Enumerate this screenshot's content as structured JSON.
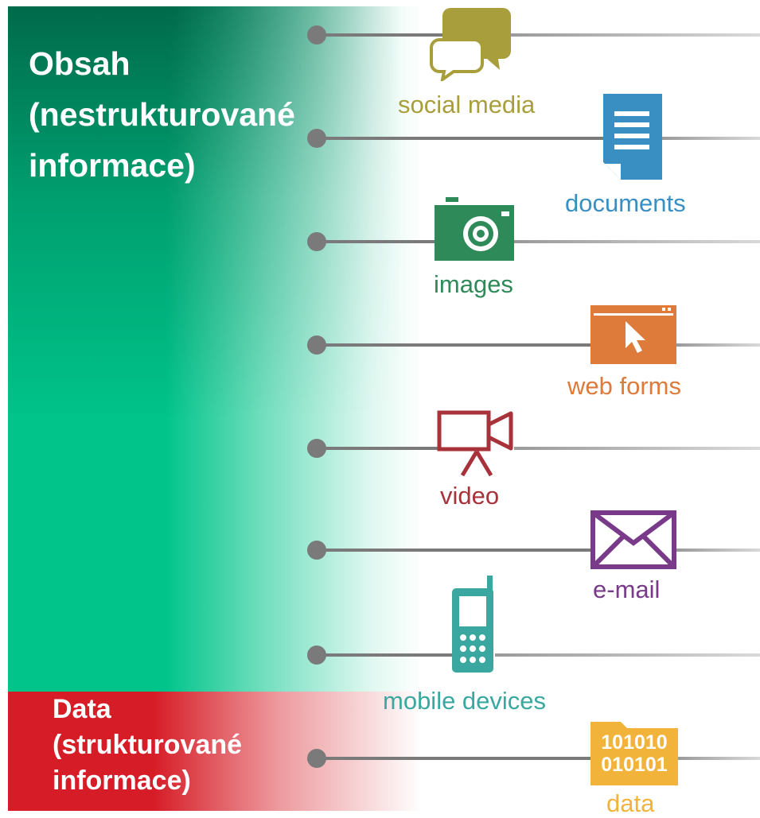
{
  "content_heading": {
    "line1": "Obsah",
    "line2": "(nestrukturované",
    "line3": "informace)"
  },
  "data_heading": {
    "line1": "Data",
    "line2": "(strukturované",
    "line3": "informace)"
  },
  "sources": [
    {
      "label": "social media",
      "icon": "speech-bubbles-icon",
      "color": "#a89f3c"
    },
    {
      "label": "documents",
      "icon": "document-icon",
      "color": "#3a8fc2"
    },
    {
      "label": "images",
      "icon": "camera-icon",
      "color": "#2f8a5a"
    },
    {
      "label": "web forms",
      "icon": "web-form-cursor-icon",
      "color": "#de7a3a"
    },
    {
      "label": "video",
      "icon": "video-camera-icon",
      "color": "#a8323a"
    },
    {
      "label": "e-mail",
      "icon": "envelope-icon",
      "color": "#7a3a8a"
    },
    {
      "label": "mobile devices",
      "icon": "mobile-phone-icon",
      "color": "#3aa8a0"
    },
    {
      "label": "data",
      "icon": "binary-folder-icon",
      "color": "#f2b33a",
      "binary_line1": "101010",
      "binary_line2": "010101"
    }
  ],
  "colors": {
    "content_band": "#00c48a",
    "data_band": "#d61c26",
    "connector": "#7a7a7a"
  }
}
